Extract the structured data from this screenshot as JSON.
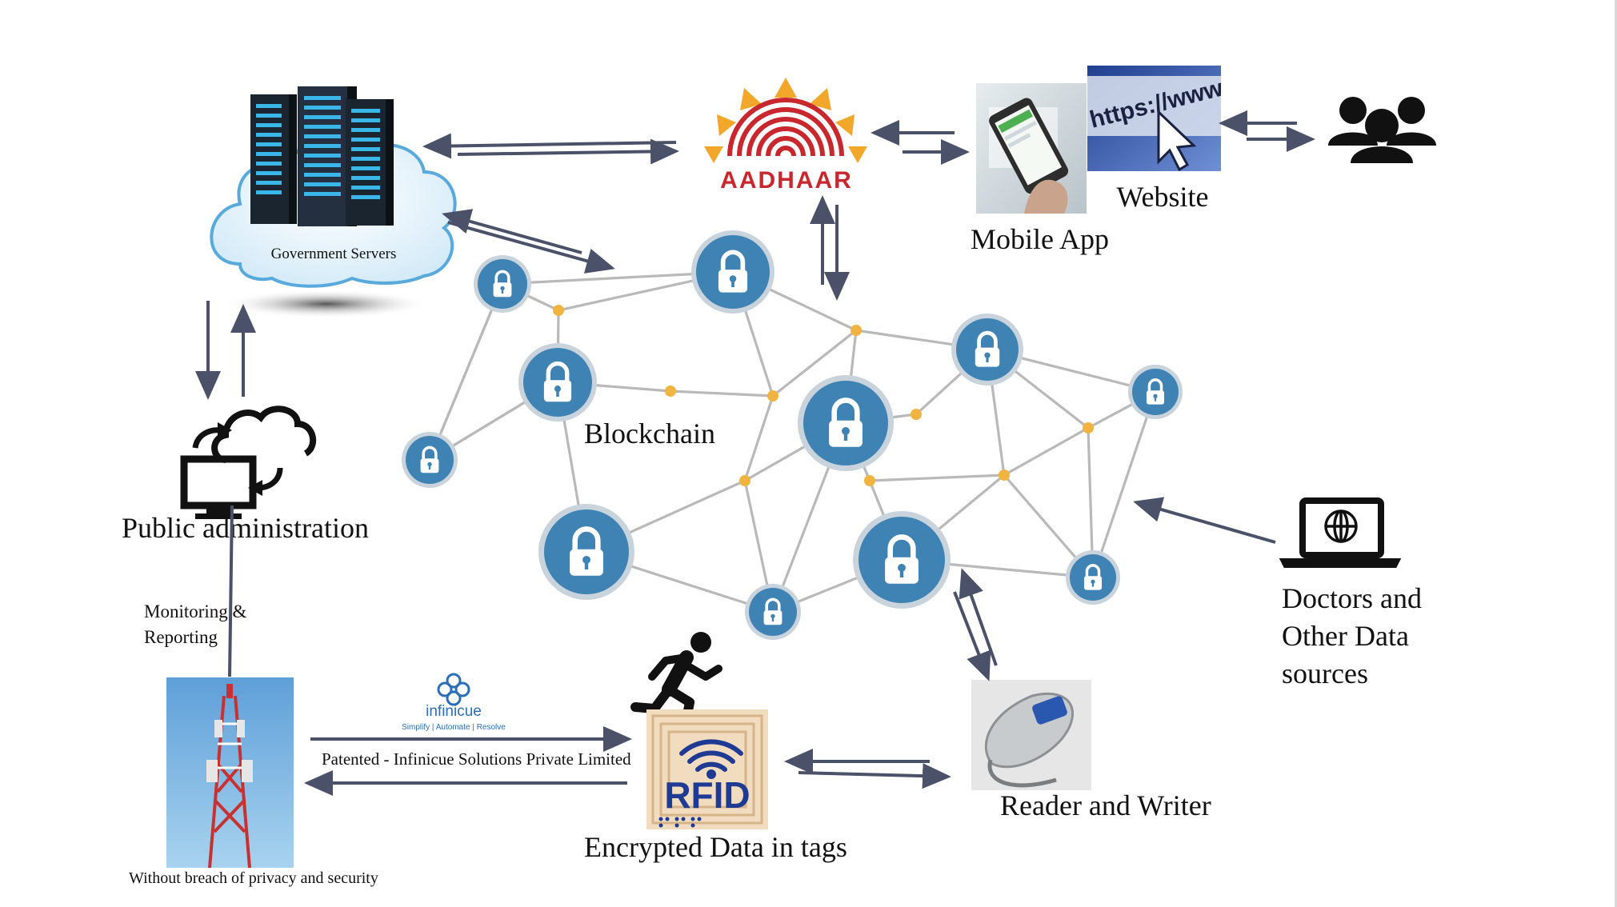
{
  "labels": {
    "government_servers": "Government Servers",
    "aadhaar": "AADHAAR",
    "mobile_app": "Mobile App",
    "website": "Website",
    "url_text": "https://www",
    "blockchain": "Blockchain",
    "public_administration": "Public administration",
    "monitoring": [
      "Monitoring &",
      "Reporting"
    ],
    "doctors": [
      "Doctors and",
      "Other Data",
      "sources"
    ],
    "infinicue_name": "infinicue",
    "infinicue_tagline": "Simplify | Automate | Resolve",
    "patented": "Patented - Infinicue Solutions Private Limited",
    "rfid": "RFID",
    "encrypted": "Encrypted Data in tags",
    "reader_writer": "Reader and Writer",
    "privacy": "Without breach of privacy and security"
  },
  "colors": {
    "node_blue": "#3f83b4",
    "node_ring": "#c9d3dc",
    "edge_gray": "#b9b9b9",
    "junction_gold": "#f2b441",
    "arrow_navy": "#4a5168",
    "aadhaar_red": "#c8282d",
    "aadhaar_sun": "#f2a62a",
    "rfid_navy": "#1f3a93",
    "infinicue_blue": "#2a6fb8"
  },
  "icons": [
    "server-cloud-icon",
    "aadhaar-logo",
    "mobile-phone-photo",
    "website-cursor-icon",
    "users-group-icon",
    "computer-cloud-sync-icon",
    "laptop-globe-icon",
    "cell-tower-photo",
    "infinicue-logo",
    "running-person-icon",
    "rfid-tag-icon",
    "rfid-reader-photo",
    "lock-icon"
  ]
}
